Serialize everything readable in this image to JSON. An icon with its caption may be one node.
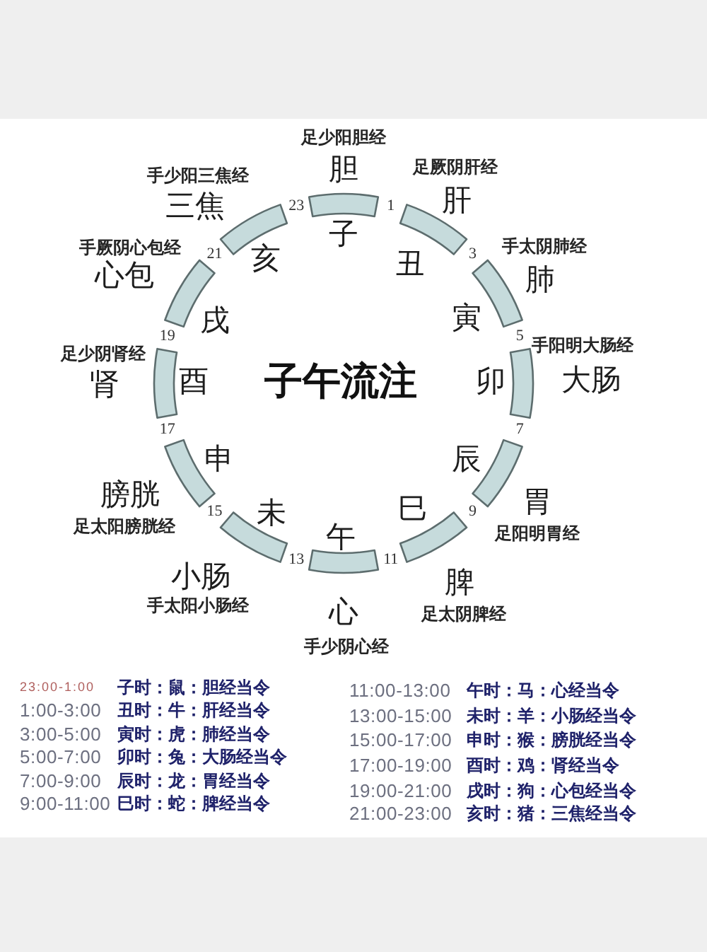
{
  "diagram": {
    "title": "子午流注",
    "labels": [
      "胆",
      "足少阳胆经",
      "子",
      "1",
      "肝",
      "足厥阴肝经",
      "丑",
      "3",
      "肺",
      "手太阴肺经",
      "寅",
      "5",
      "大肠",
      "手阳明大肠经",
      "卯",
      "7",
      "胃",
      "足阳明胃经",
      "辰",
      "9",
      "脾",
      "足太阴脾经",
      "巳",
      "11",
      "心",
      "手少阴心经",
      "午",
      "13",
      "小肠",
      "手太阳小肠经",
      "未",
      "15",
      "膀胱",
      "足太阳膀胱经",
      "申",
      "17",
      "肾",
      "足少阴肾经",
      "酉",
      "19",
      "心包",
      "手厥阴心包经",
      "戌",
      "21",
      "三焦",
      "手少阳三焦经",
      "亥",
      "23",
      "23:00-1:00",
      "子时：鼠：胆经当令",
      "1:00-3:00",
      "丑时：牛：肝经当令",
      "3:00-5:00",
      "寅时：虎：肺经当令",
      "5:00-7:00",
      "卯时：兔：大肠经当令",
      "7:00-9:00",
      "辰时：龙：胃经当令",
      "9:00-11:00",
      "巳时：蛇：脾经当令",
      "11:00-13:00",
      "午时：马：心经当令",
      "13:00-15:00",
      "未时：羊：小肠经当令",
      "15:00-17:00",
      "申时：猴：膀胱经当令",
      "17:00-19:00",
      "酉时：鸡：肾经当令",
      "19:00-21:00",
      "戌时：狗：心包经当令",
      "21:00-23:00",
      "亥时：猪：三焦经当令"
    ]
  }
}
